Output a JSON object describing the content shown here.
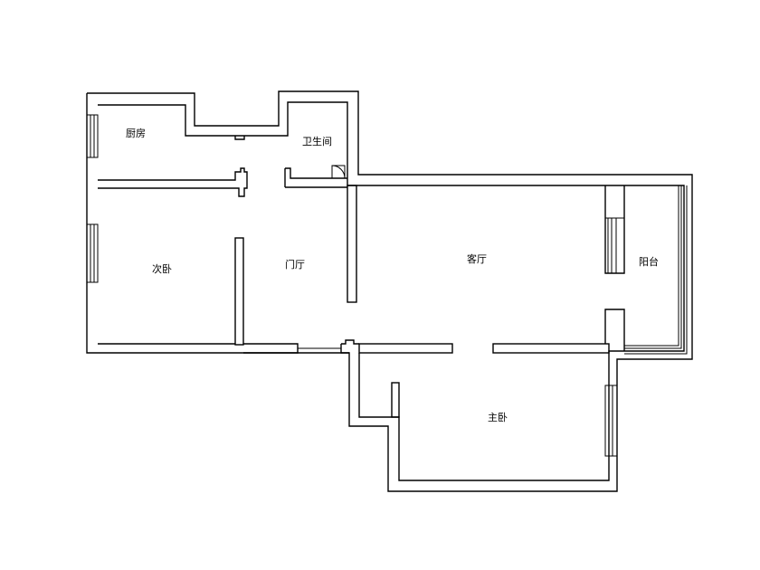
{
  "floor_plan": {
    "rooms": [
      {
        "id": "kitchen",
        "label": "厨房"
      },
      {
        "id": "bathroom",
        "label": "卫生间"
      },
      {
        "id": "second_bedroom",
        "label": "次卧"
      },
      {
        "id": "foyer",
        "label": "门厅"
      },
      {
        "id": "living_room",
        "label": "客厅"
      },
      {
        "id": "balcony",
        "label": "阳台"
      },
      {
        "id": "master_bedroom",
        "label": "主卧"
      }
    ]
  }
}
